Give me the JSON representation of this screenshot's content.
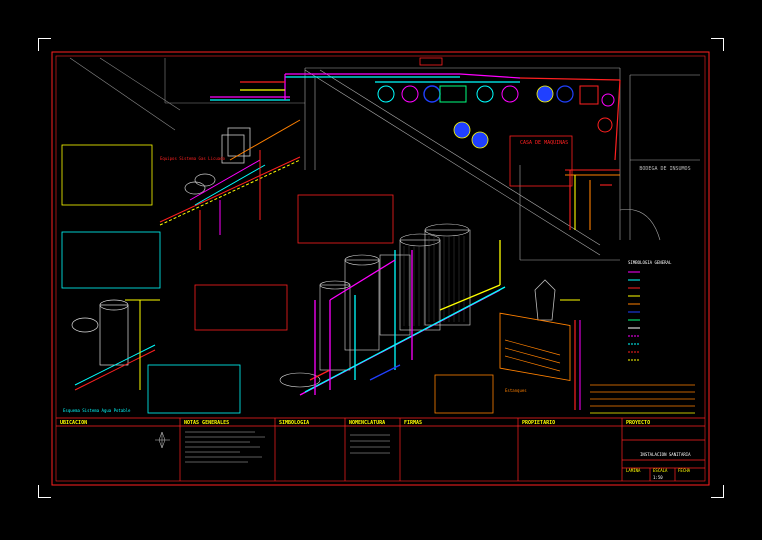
{
  "labels": {
    "top_tag": "",
    "room_label": "CASA DE MAQUINAS",
    "right_room_label": "BODEGA DE INSUMOS",
    "left_group_title": "Equipos Sistema Gas Licuado",
    "bottom_left_title": "Esquema Sistema Agua Potable",
    "tank_label": "Estanques"
  },
  "info_panels": {
    "yellow_top_lines": [
      "",
      "",
      "",
      "",
      "",
      "",
      ""
    ],
    "cyan_left_lines": [
      "",
      "",
      "",
      "",
      "",
      ""
    ],
    "red_middle_lines": [
      "",
      "",
      "",
      "",
      "",
      "",
      ""
    ],
    "red_left_lines": [
      "",
      "",
      "",
      "",
      "",
      "",
      ""
    ],
    "cyan_bottom_lines": [
      "",
      "",
      "",
      "",
      "",
      ""
    ],
    "orange_small_lines": [
      "",
      "",
      "",
      "",
      "",
      ""
    ]
  },
  "legend": {
    "title": "SIMBOLOGIA GENERAL",
    "items": [
      "",
      "",
      "",
      "",
      "",
      "",
      "",
      "",
      "",
      "",
      "",
      "",
      "",
      "",
      "",
      ""
    ]
  },
  "title_block": {
    "sections": [
      "UBICACION",
      "NOTAS GENERALES",
      "SIMBOLOGIA",
      "NOMENCLATURA",
      "FIRMAS",
      "PROPIETARIO"
    ],
    "project_label": "PROYECTO",
    "project_name": "",
    "sheet_title": "INSTALACION SANITARIA",
    "footer_labels": [
      "LAMINA",
      "ESCALA",
      "FECHA"
    ],
    "footer_values": [
      "",
      "1:50",
      ""
    ]
  },
  "colors": {
    "magenta": "#ff00ff",
    "cyan": "#00ffff",
    "red": "#ff2020",
    "yellow": "#ffff00",
    "blue": "#2040ff",
    "orange": "#ff8000",
    "white": "#ffffff"
  }
}
